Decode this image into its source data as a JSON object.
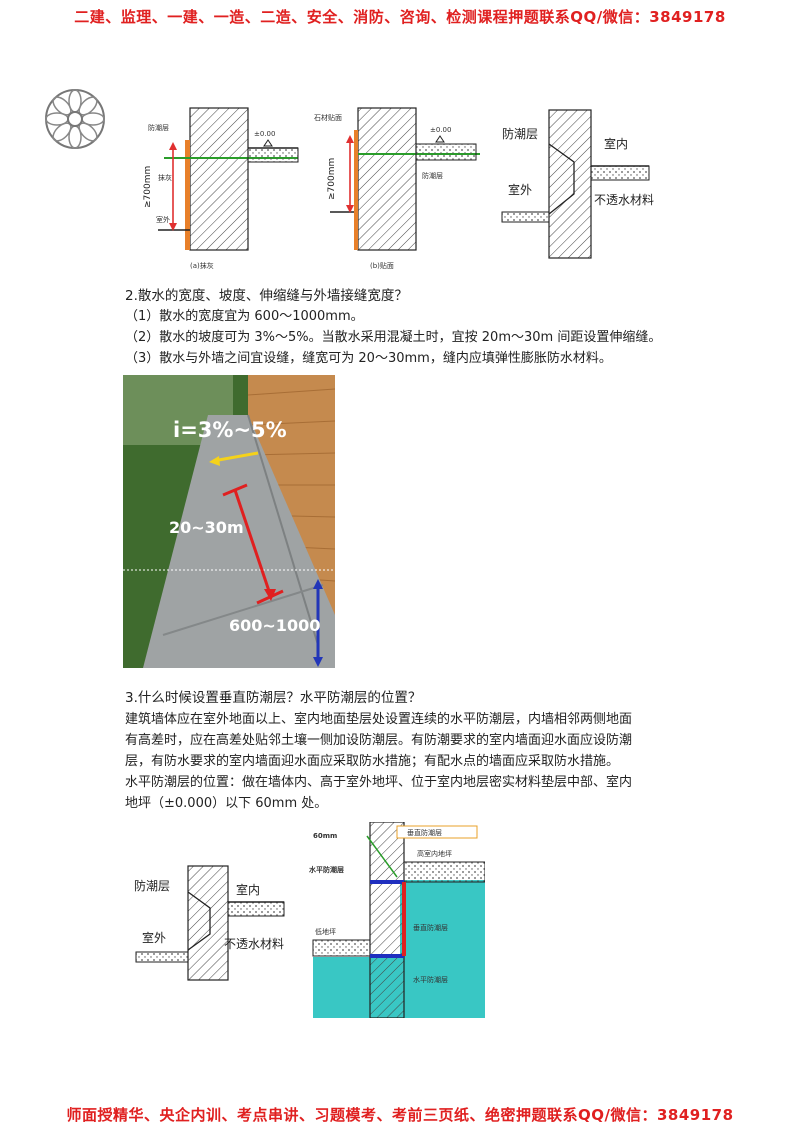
{
  "header_banner": "二建、监理、一建、一造、二造、安全、消防、咨询、检测课程押题联系QQ/微信：3849178",
  "footer_banner": "师面授精华、央企内训、考点串讲、习题模考、考前三页纸、绝密押题联系QQ/微信：3849178",
  "figures": {
    "a": {
      "label_layer": "防潮层",
      "label_zero": "±0.00",
      "label_700": "≥700mm",
      "label_plaster": "抹灰",
      "label_outdoor": "室外",
      "caption": "(a)抹灰"
    },
    "b": {
      "label_stone": "石材贴面",
      "label_zero": "±0.00",
      "label_layer": "防潮层",
      "label_700": "≥700mm",
      "caption": "(b)贴面"
    },
    "c": {
      "label_layer": "防潮层",
      "label_indoor": "室内",
      "label_outdoor": "室外",
      "label_material": "不透水材料"
    }
  },
  "section2": {
    "question": "2.散水的宽度、坡度、伸缩缝与外墙接缝宽度？",
    "items": [
      "（1）散水的宽度宜为 600～1000mm。",
      "（2）散水的坡度可为 3%～5%。当散水采用混凝土时，宜按 20m～30m 间距设置伸缩缝。",
      "（3）散水与外墙之间宜设缝，缝宽可为 20～30mm，缝内应填弹性膨胀防水材料。"
    ]
  },
  "photo": {
    "slope_label": "i=3%~5%",
    "spacing_label": "20~30m",
    "width_label": "600~1000"
  },
  "section3": {
    "question": "3.什么时候设置垂直防潮层？水平防潮层的位置？",
    "paragraph1_lines": [
      "建筑墙体应在室外地面以上、室内地面垫层处设置连续的水平防潮层，内墙相邻两侧地面",
      "有高差时，应在高差处贴邻土壤一侧加设防潮层。有防潮要求的室内墙面迎水面应设防潮",
      "层，有防水要求的室内墙面迎水面应采取防水措施；有配水点的墙面应采取防水措施。"
    ],
    "paragraph2_lines": [
      "水平防潮层的位置：做在墙体内、高于室外地坪、位于室内地层密实材料垫层中部、室内",
      "地坪（±0.000）以下 60mm 处。"
    ]
  },
  "figures_bottom": {
    "left": {
      "label_layer": "防潮层",
      "label_indoor": "室内",
      "label_outdoor": "室外",
      "label_material": "不透水材料"
    },
    "right": {
      "label_60": "60mm",
      "label_vertical_legend": "垂直防潮层",
      "label_horizontal": "水平防潮层",
      "label_high_floor": "高室内地坪",
      "label_low_floor": "低地坪",
      "label_vertical": "垂直防潮层",
      "label_horizontal2": "水平防潮层"
    }
  },
  "colors": {
    "banner": "#e02020",
    "dim_red": "#e03030",
    "dpc_green": "#2a9d2a",
    "cyan": "#39c7c4",
    "navy": "#1f2fbf"
  }
}
